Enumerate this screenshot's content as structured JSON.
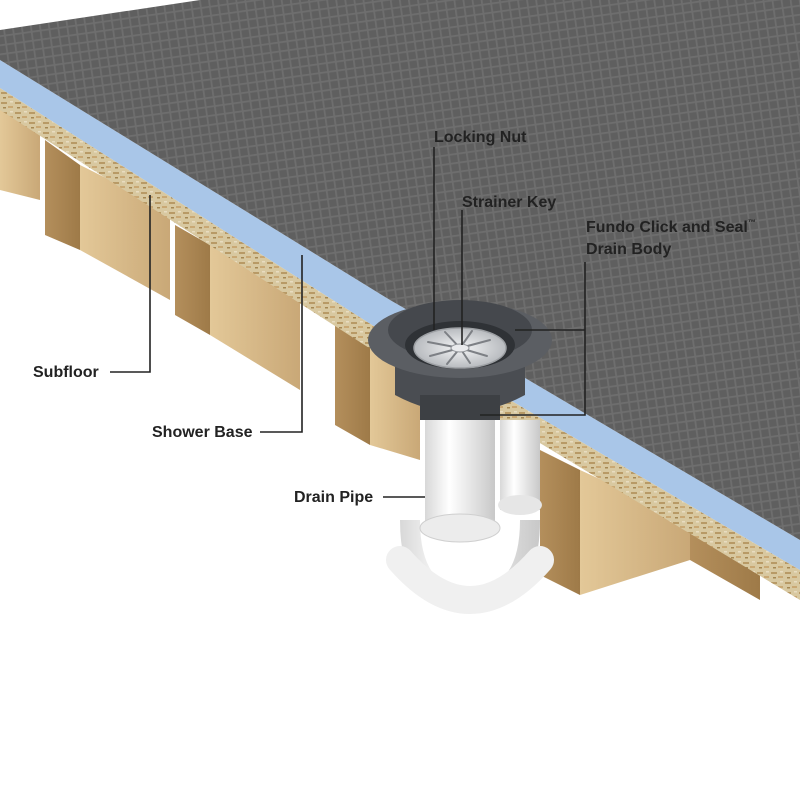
{
  "labels": {
    "locking_nut": "Locking Nut",
    "strainer_key": "Strainer Key",
    "drain_body_line1": "Fundo Click and Seal",
    "drain_body_trademark": "™",
    "drain_body_line2": "Drain Body",
    "subfloor": "Subfloor",
    "shower_base": "Shower Base",
    "drain_pipe": "Drain Pipe"
  },
  "colors": {
    "tile_surface": "#6e6e6e",
    "grout": "#8a8a8a",
    "foam_board": "#a9c6e8",
    "osb": "#d8c8a0",
    "joist": "#d6b987",
    "drain_body": "#4a4d52",
    "strainer": "#d9dbde",
    "pipe": "#f2f2f2",
    "label_text": "#222222"
  }
}
